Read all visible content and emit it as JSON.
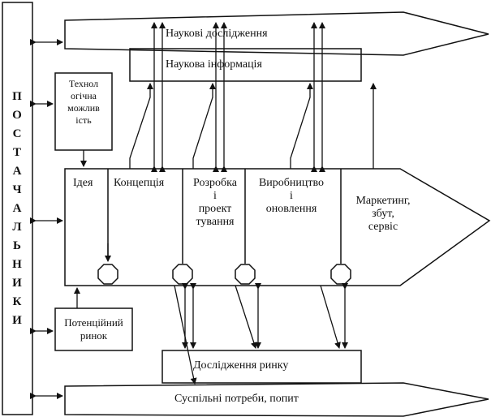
{
  "suppliers": {
    "letters": [
      "П",
      "О",
      "С",
      "Т",
      "А",
      "Ч",
      "А",
      "Л",
      "Ь",
      "Н",
      "И",
      "К",
      "И"
    ]
  },
  "top_bar": {
    "label": "Наукові   дослідження"
  },
  "info_box": {
    "label": "Наукова   інформація"
  },
  "tech_box": {
    "label": "Технол\nогічна\nможлив\nість"
  },
  "process": {
    "stages": [
      {
        "label": "Ідея"
      },
      {
        "label": "Концепція"
      },
      {
        "label": "Розробка\nі\nпроект\nтування"
      },
      {
        "label": "Виробництво\nі\nоновлення"
      },
      {
        "label": "Маркетинг,\nзбут,\nсервіс"
      }
    ]
  },
  "market_box": {
    "label": "Потенційний\nринок"
  },
  "research_box": {
    "label": "Дослідження   ринку"
  },
  "bottom_bar": {
    "label": "Суспільні потреби, попит"
  }
}
